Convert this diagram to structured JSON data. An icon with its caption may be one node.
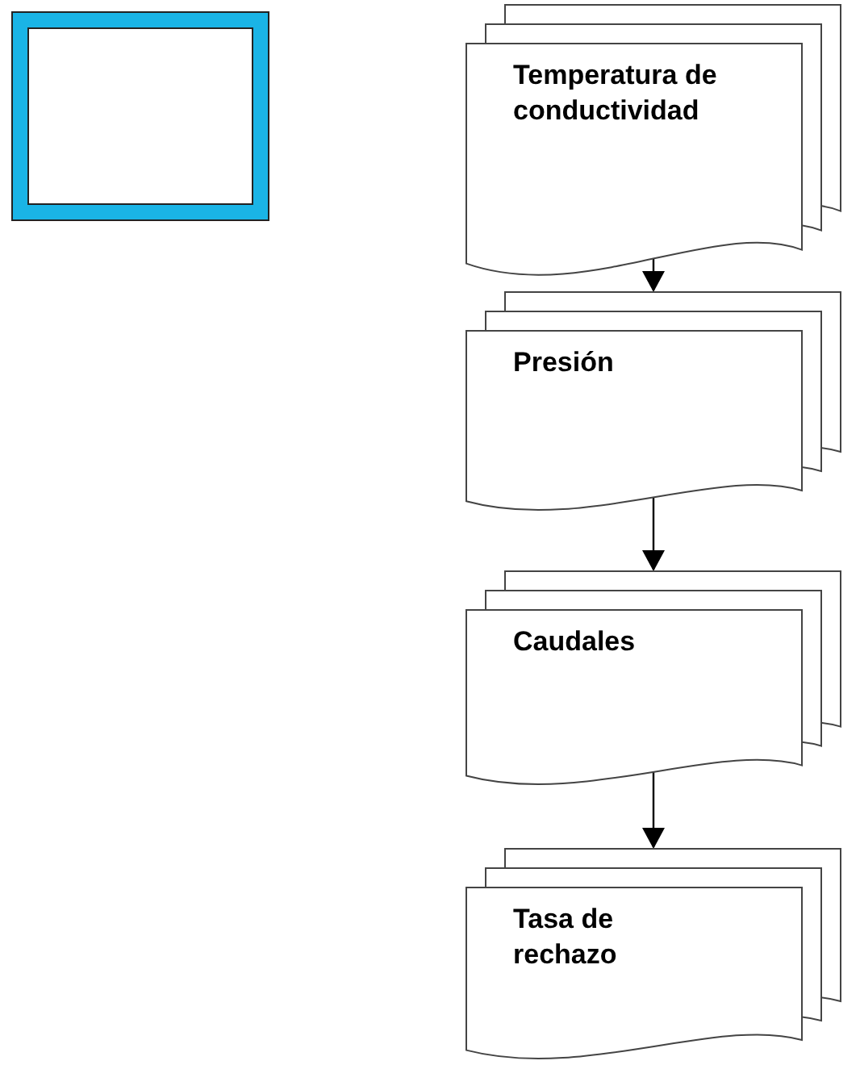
{
  "diagram": {
    "nodes": [
      {
        "text": [],
        "shape": "box"
      },
      {
        "text": [
          "Temperatura de conductividad"
        ]
      },
      {
        "text": [
          "Presión"
        ]
      },
      {
        "text": [
          "Caudales"
        ]
      },
      {
        "text": [
          "Tasa de rechazo"
        ]
      }
    ],
    "edges": [
      {
        "from": 1,
        "to": 2,
        "arrow": "to"
      },
      {
        "from": 2,
        "to": 3,
        "arrow": "to"
      },
      {
        "from": 3,
        "to": 4,
        "arrow": "to"
      }
    ]
  }
}
